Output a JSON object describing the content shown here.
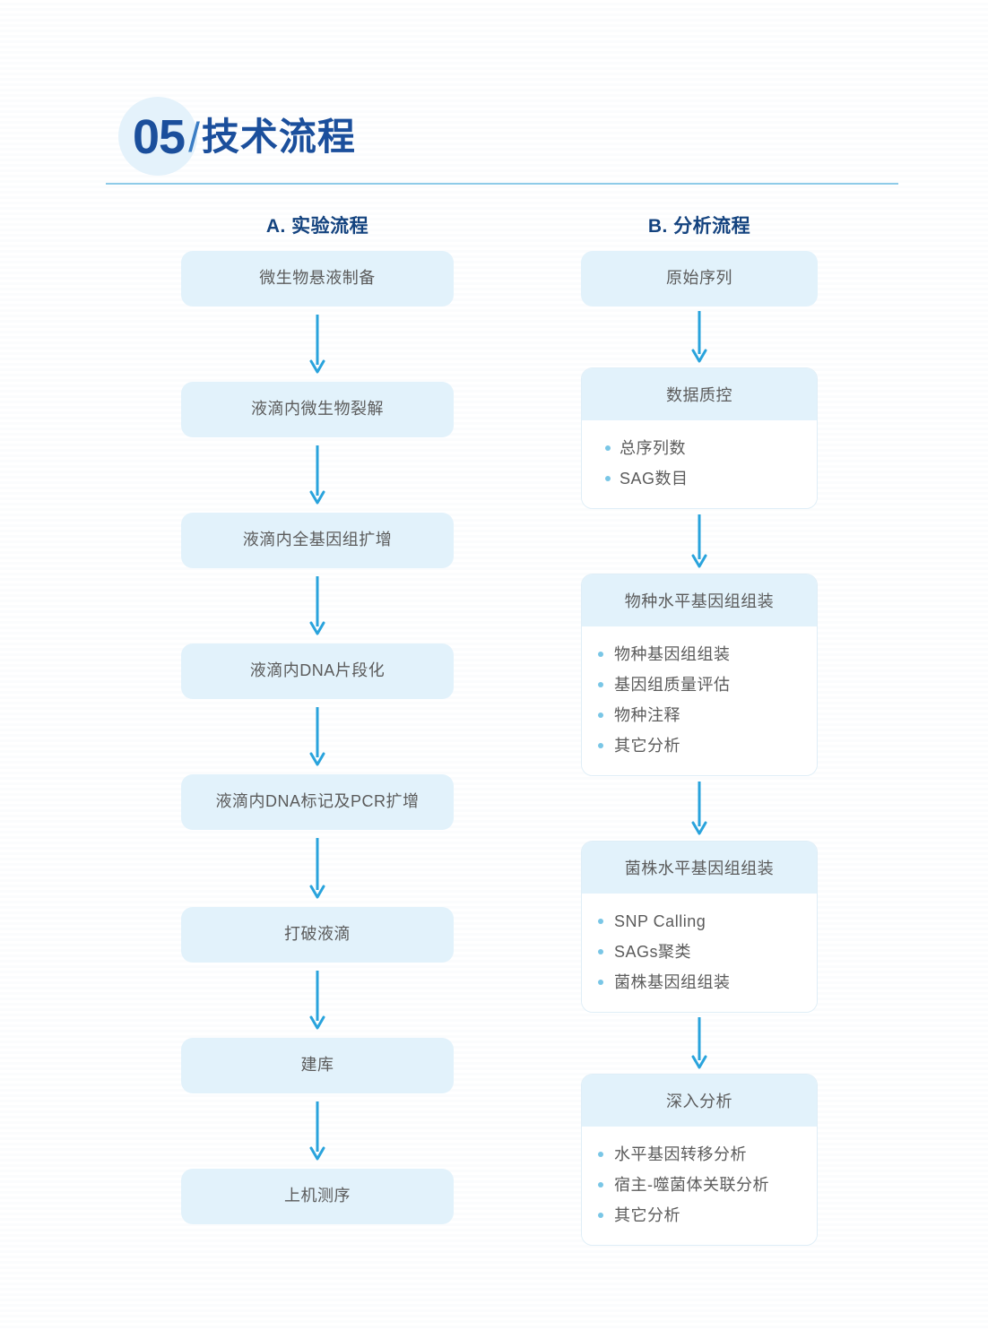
{
  "header": {
    "number": "05",
    "separator": "/",
    "title": "技术流程"
  },
  "columns": [
    {
      "id": "experimental",
      "title": "A. 实验流程",
      "steps": [
        {
          "label": "微生物悬液制备"
        },
        {
          "label": "液滴内微生物裂解"
        },
        {
          "label": "液滴内全基因组扩增"
        },
        {
          "label": "液滴内DNA片段化"
        },
        {
          "label": "液滴内DNA标记及PCR扩增"
        },
        {
          "label": "打破液滴"
        },
        {
          "label": "建库"
        },
        {
          "label": "上机测序"
        }
      ]
    },
    {
      "id": "analysis",
      "title": "B. 分析流程",
      "steps": [
        {
          "label": "原始序列",
          "items": []
        },
        {
          "label": "数据质控",
          "items": [
            "总序列数",
            "SAG数目"
          ]
        },
        {
          "label": "物种水平基因组组装",
          "items": [
            "物种基因组组装",
            "基因组质量评估",
            "物种注释",
            "其它分析"
          ]
        },
        {
          "label": "菌株水平基因组组装",
          "items": [
            "SNP Calling",
            "SAGs聚类",
            "菌株基因组组装"
          ]
        },
        {
          "label": "深入分析",
          "items": [
            "水平基因转移分析",
            "宿主-噬菌体关联分析",
            "其它分析"
          ]
        }
      ]
    }
  ],
  "colors": {
    "box_fill": "#e2f2fb",
    "arrow": "#29a3dc",
    "title_navy": "#14437f",
    "header_navy": "#1b4f9c",
    "text_gray": "#5b5b5b",
    "bullet": "#79c6e6",
    "rule": "#8ecbe8"
  },
  "icons": {
    "arrow_down": "arrow-down-icon",
    "bullet": "bullet-dot-icon"
  }
}
